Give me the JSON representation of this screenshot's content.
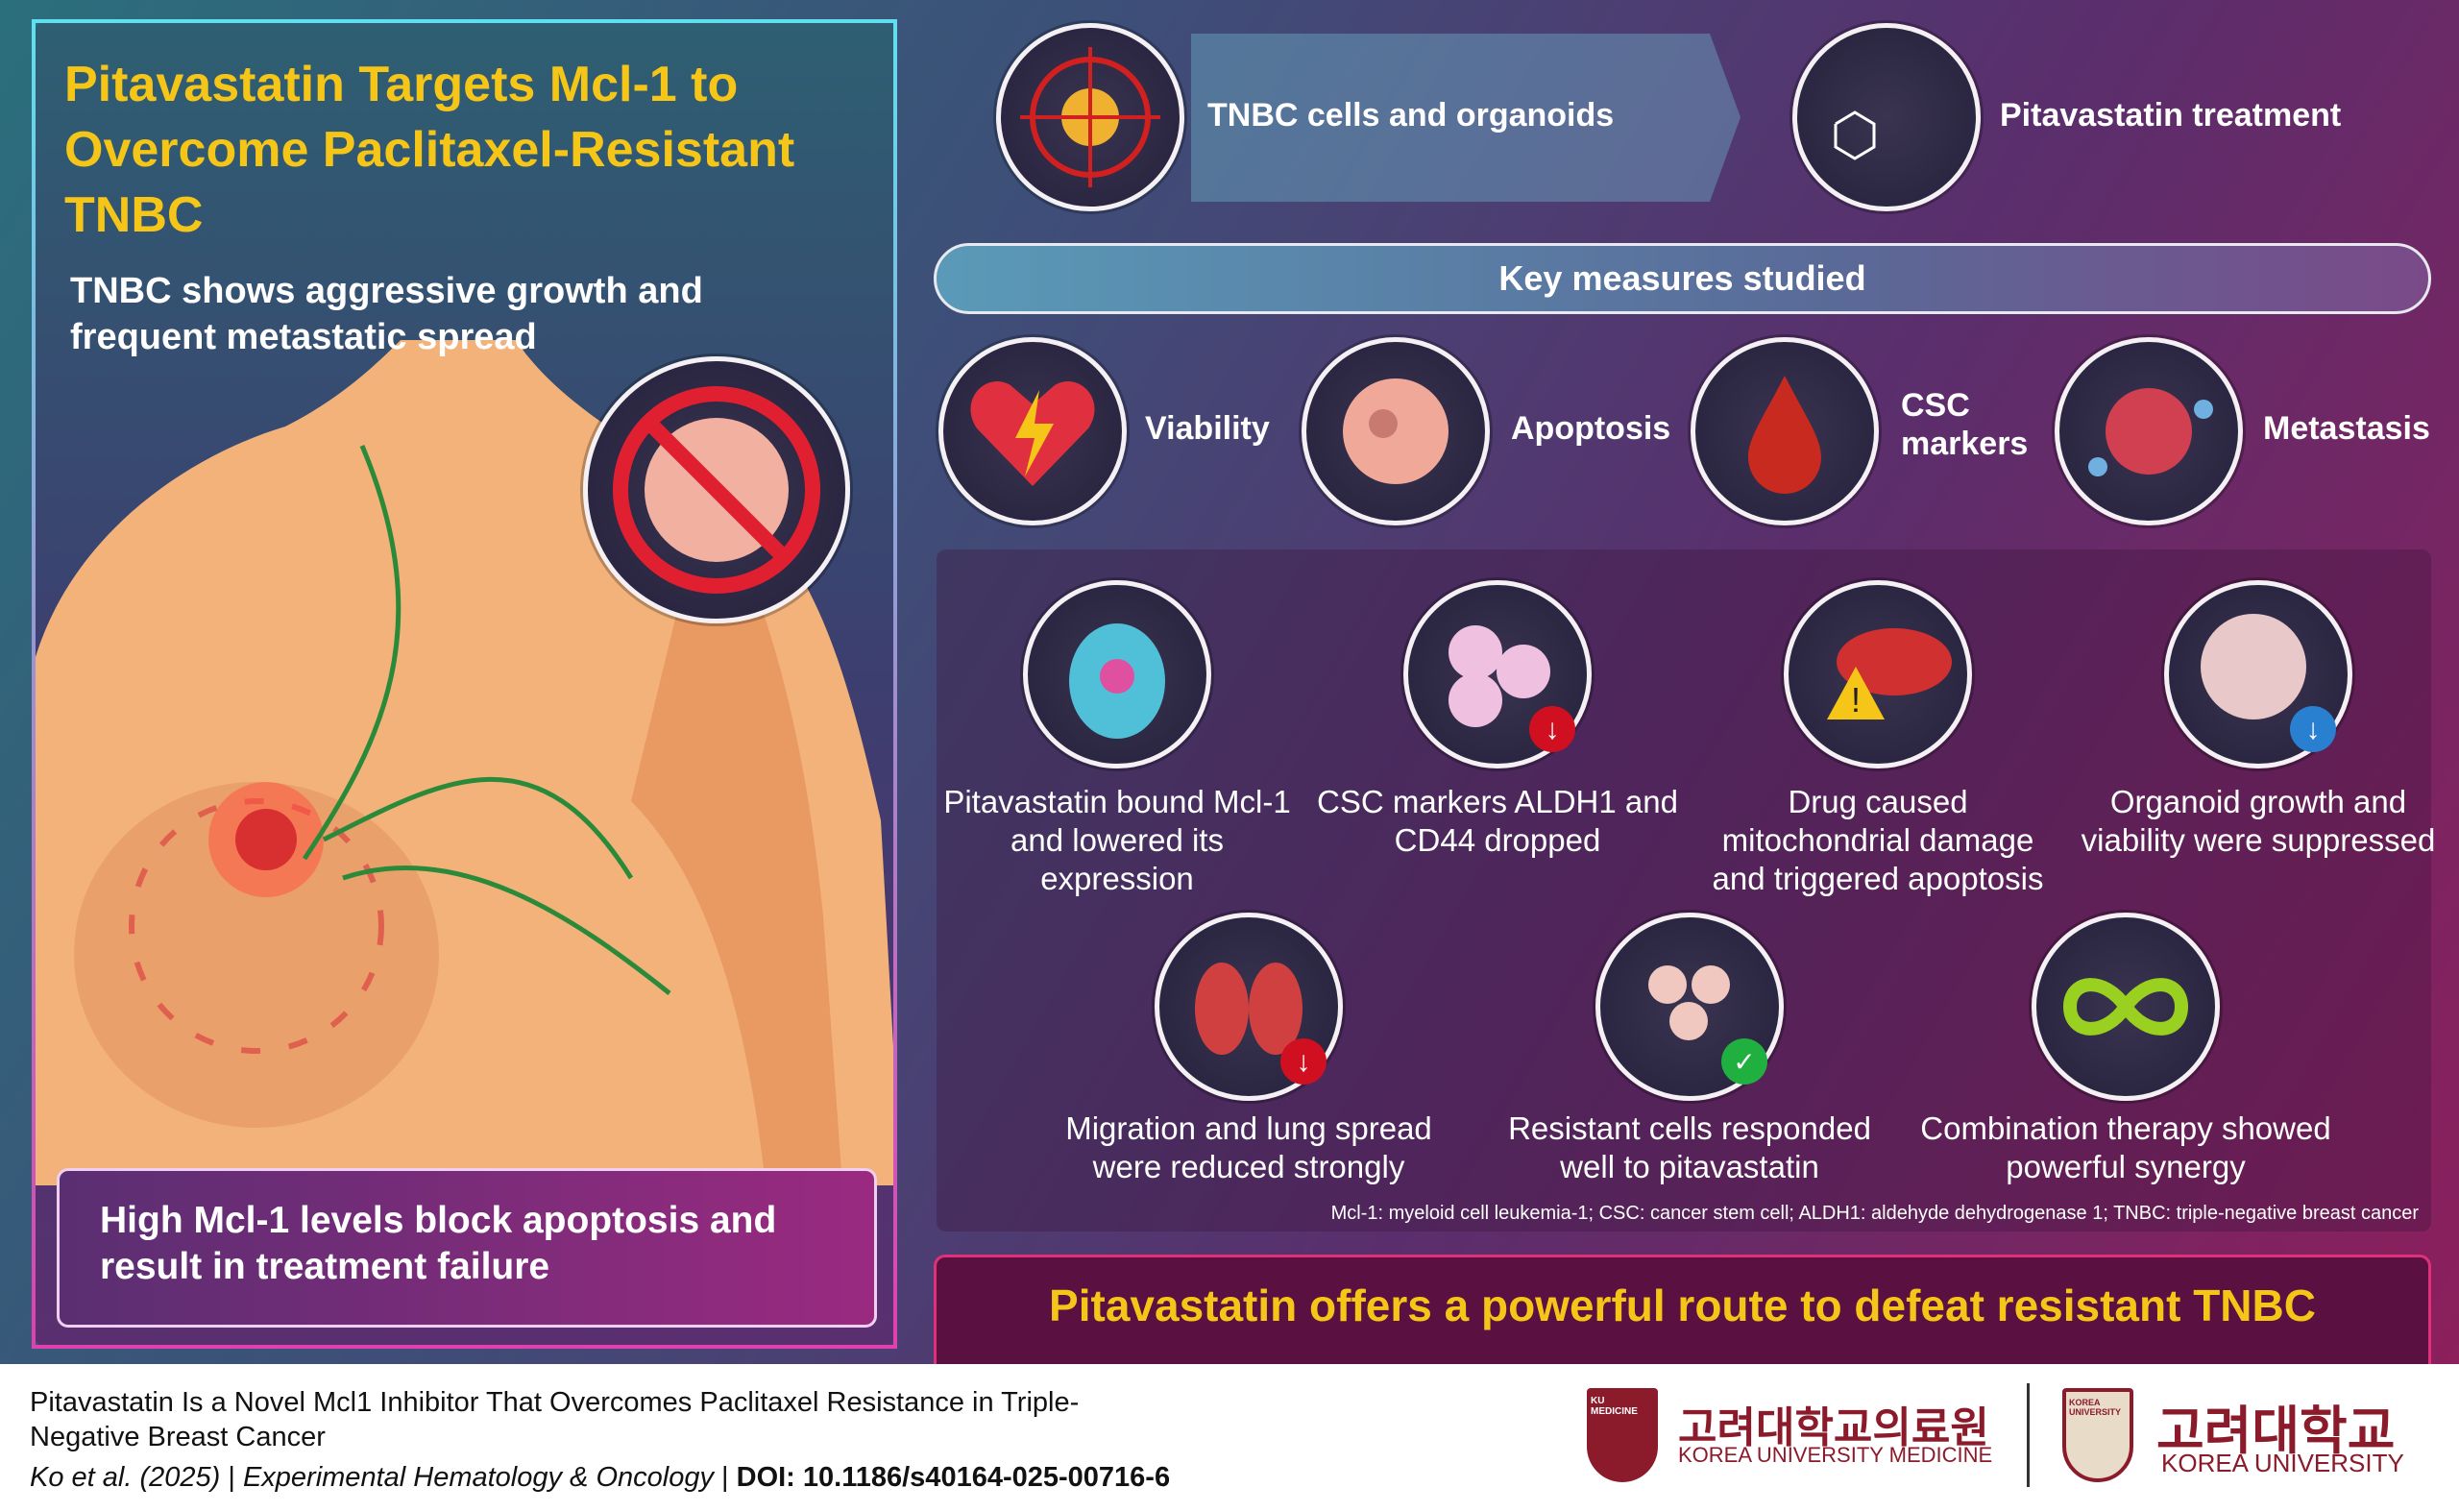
{
  "left_panel": {
    "title": "Pitavastatin Targets Mcl-1 to Overcome Paclitaxel-Resistant TNBC",
    "subtitle": "TNBC shows aggressive growth and frequent metastatic spread",
    "problem": "High Mcl-1 levels block apoptosis and result in treatment failure"
  },
  "flow": {
    "step1": "TNBC cells and organoids",
    "step2": "Pitavastatin treatment"
  },
  "key_measures": {
    "title": "Key measures studied",
    "items": [
      {
        "label": "Viability",
        "icon": "heart-lightning-icon"
      },
      {
        "label": "Apoptosis",
        "icon": "apoptotic-cell-icon"
      },
      {
        "label": "CSC markers",
        "icon": "blood-drop-dna-icon"
      },
      {
        "label": "Metastasis",
        "icon": "metastasis-cell-icon"
      }
    ]
  },
  "results": [
    {
      "caption": "Pitavastatin bound Mcl-1 and lowered its expression",
      "icon": "cell-icon"
    },
    {
      "caption": "CSC markers ALDH1 and CD44 dropped",
      "icon": "stem-cells-down-icon"
    },
    {
      "caption": "Drug caused mitochondrial damage and triggered apoptosis",
      "icon": "mitochondria-warning-icon"
    },
    {
      "caption": "Organoid growth and viability were suppressed",
      "icon": "organoid-down-icon"
    },
    {
      "caption": "Migration and lung spread were reduced strongly",
      "icon": "lungs-down-icon"
    },
    {
      "caption": "Resistant cells responded well to pitavastatin",
      "icon": "cells-check-icon"
    },
    {
      "caption": "Combination therapy showed powerful synergy",
      "icon": "infinity-icon"
    }
  ],
  "abbreviations": "Mcl-1: myeloid cell leukemia-1; CSC: cancer stem cell; ALDH1: aldehyde dehydrogenase 1; TNBC: triple-negative breast cancer",
  "conclusion": "Pitavastatin offers a powerful route to defeat resistant TNBC",
  "footer": {
    "paper_title": "Pitavastatin Is a Novel Mcl1 Inhibitor That Overcomes Paclitaxel Resistance in Triple-Negative Breast Cancer",
    "authors": "Ko et al. (2025)",
    "journal": "Experimental Hematology & Oncology",
    "doi": "DOI: 10.1186/s40164-025-00716-6",
    "logo1_ko": "고려대학교의료원",
    "logo1_en": "KOREA UNIVERSITY MEDICINE",
    "logo1_shield": "KU MEDICINE",
    "logo2_ko": "고려대학교",
    "logo2_en": "KOREA UNIVERSITY",
    "logo2_shield": "KOREA UNIVERSITY"
  },
  "colors": {
    "accent_yellow": "#f5c518",
    "logo_red": "#8b1a2b"
  }
}
